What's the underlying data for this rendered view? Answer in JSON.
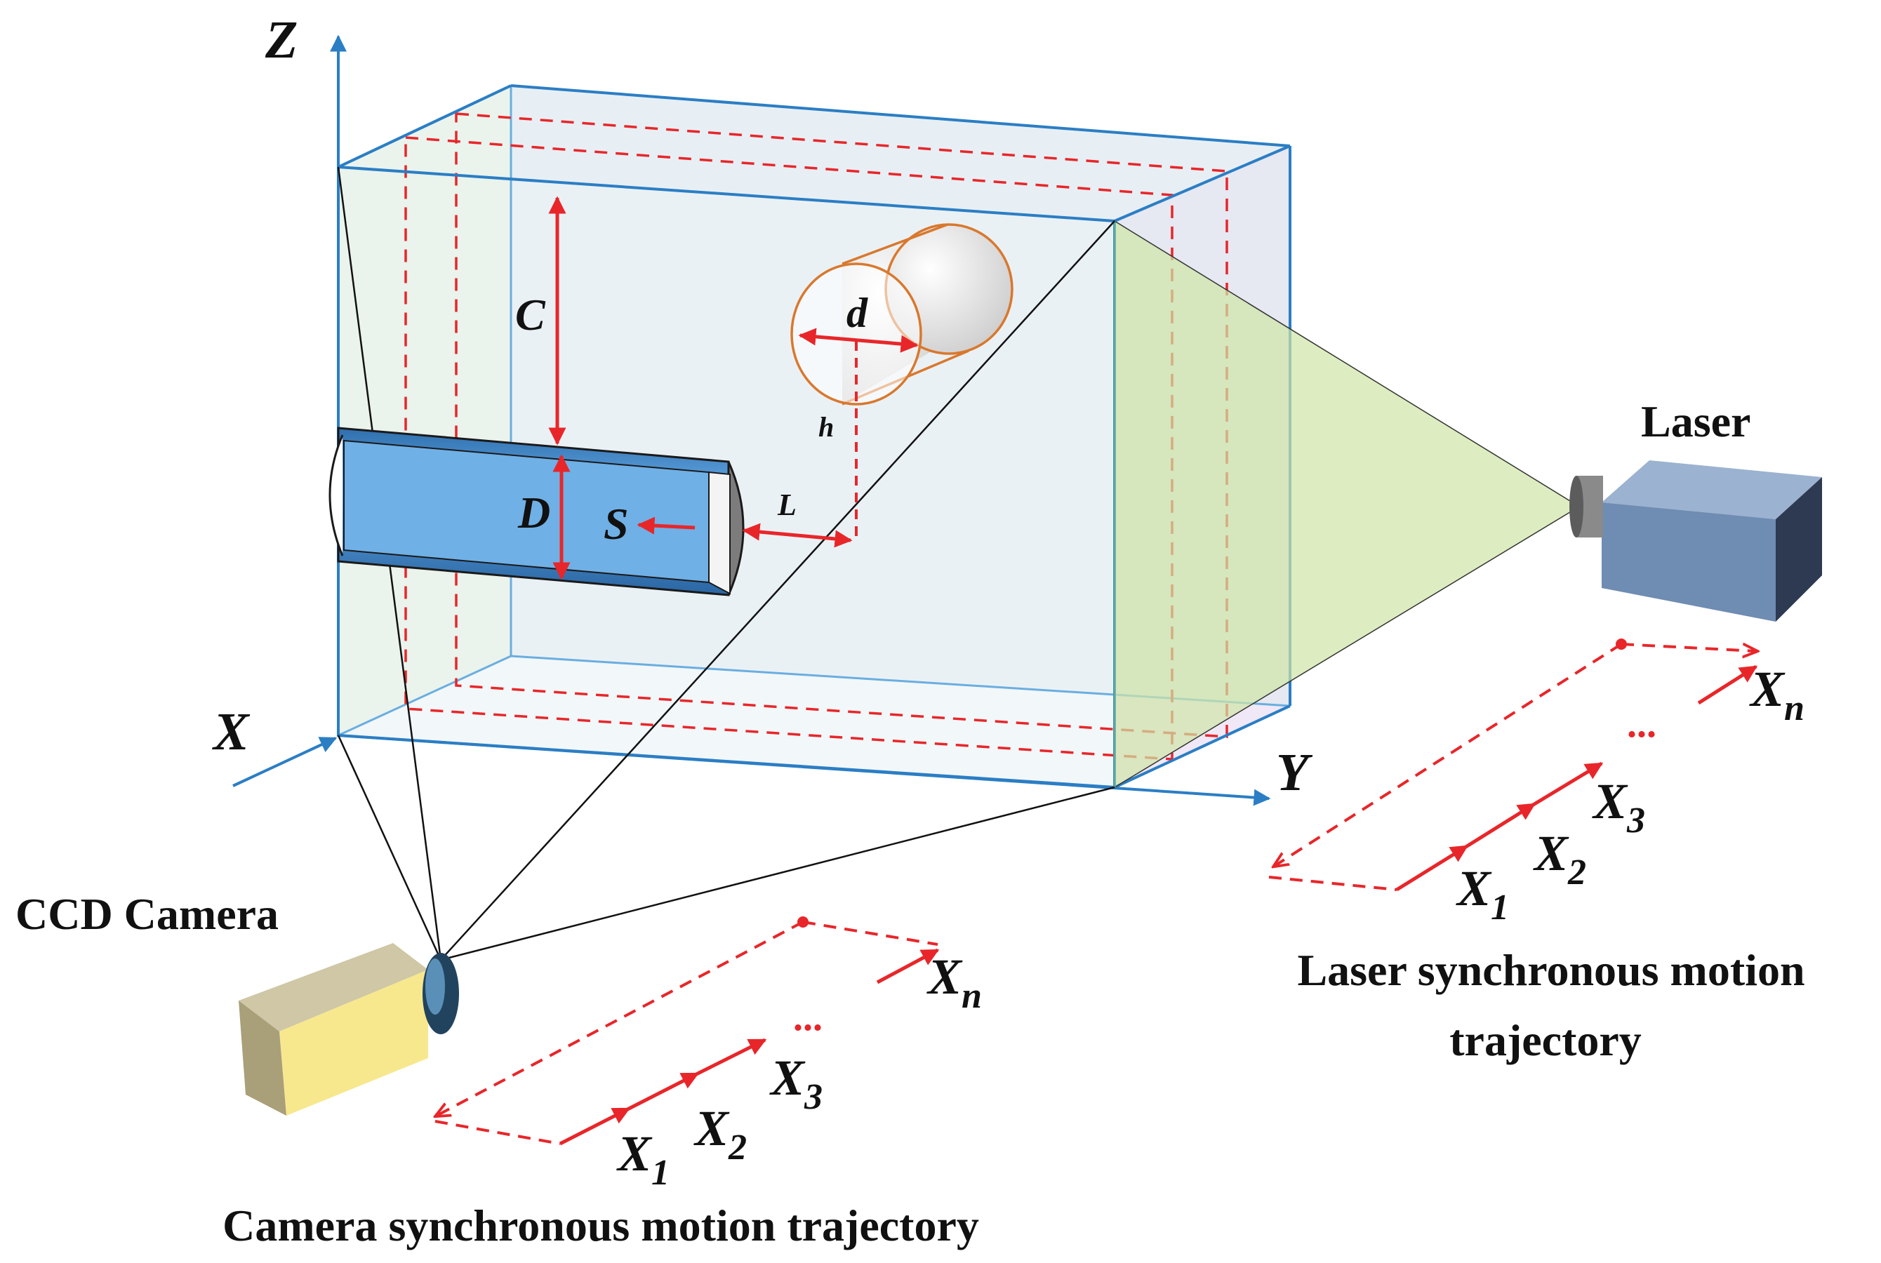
{
  "axes": {
    "z": "Z",
    "x": "X",
    "y": "Y"
  },
  "dimensions": {
    "C": "C",
    "D": "D",
    "S": "S",
    "L": "L",
    "d": "d",
    "h": "h"
  },
  "labels": {
    "laser": "Laser",
    "ccd_camera": "CCD Camera",
    "laser_trajectory_line1": "Laser synchronous motion",
    "laser_trajectory_line2": "trajectory",
    "camera_trajectory": "Camera synchronous motion trajectory"
  },
  "trajectory_positions": {
    "x": "X",
    "sub_1": "1",
    "sub_2": "2",
    "sub_3": "3",
    "sub_n": "n",
    "ellipsis": "..."
  },
  "colors": {
    "box_edge": "#2b7ec4",
    "dashed_red": "#e8262a",
    "tube_blue": "#4a90d0",
    "cylinder_orange": "#d9782d",
    "laser_beam": "#cfe6a6",
    "camera_body": "#e8d98a",
    "laser_body": "#7f9bbf"
  }
}
